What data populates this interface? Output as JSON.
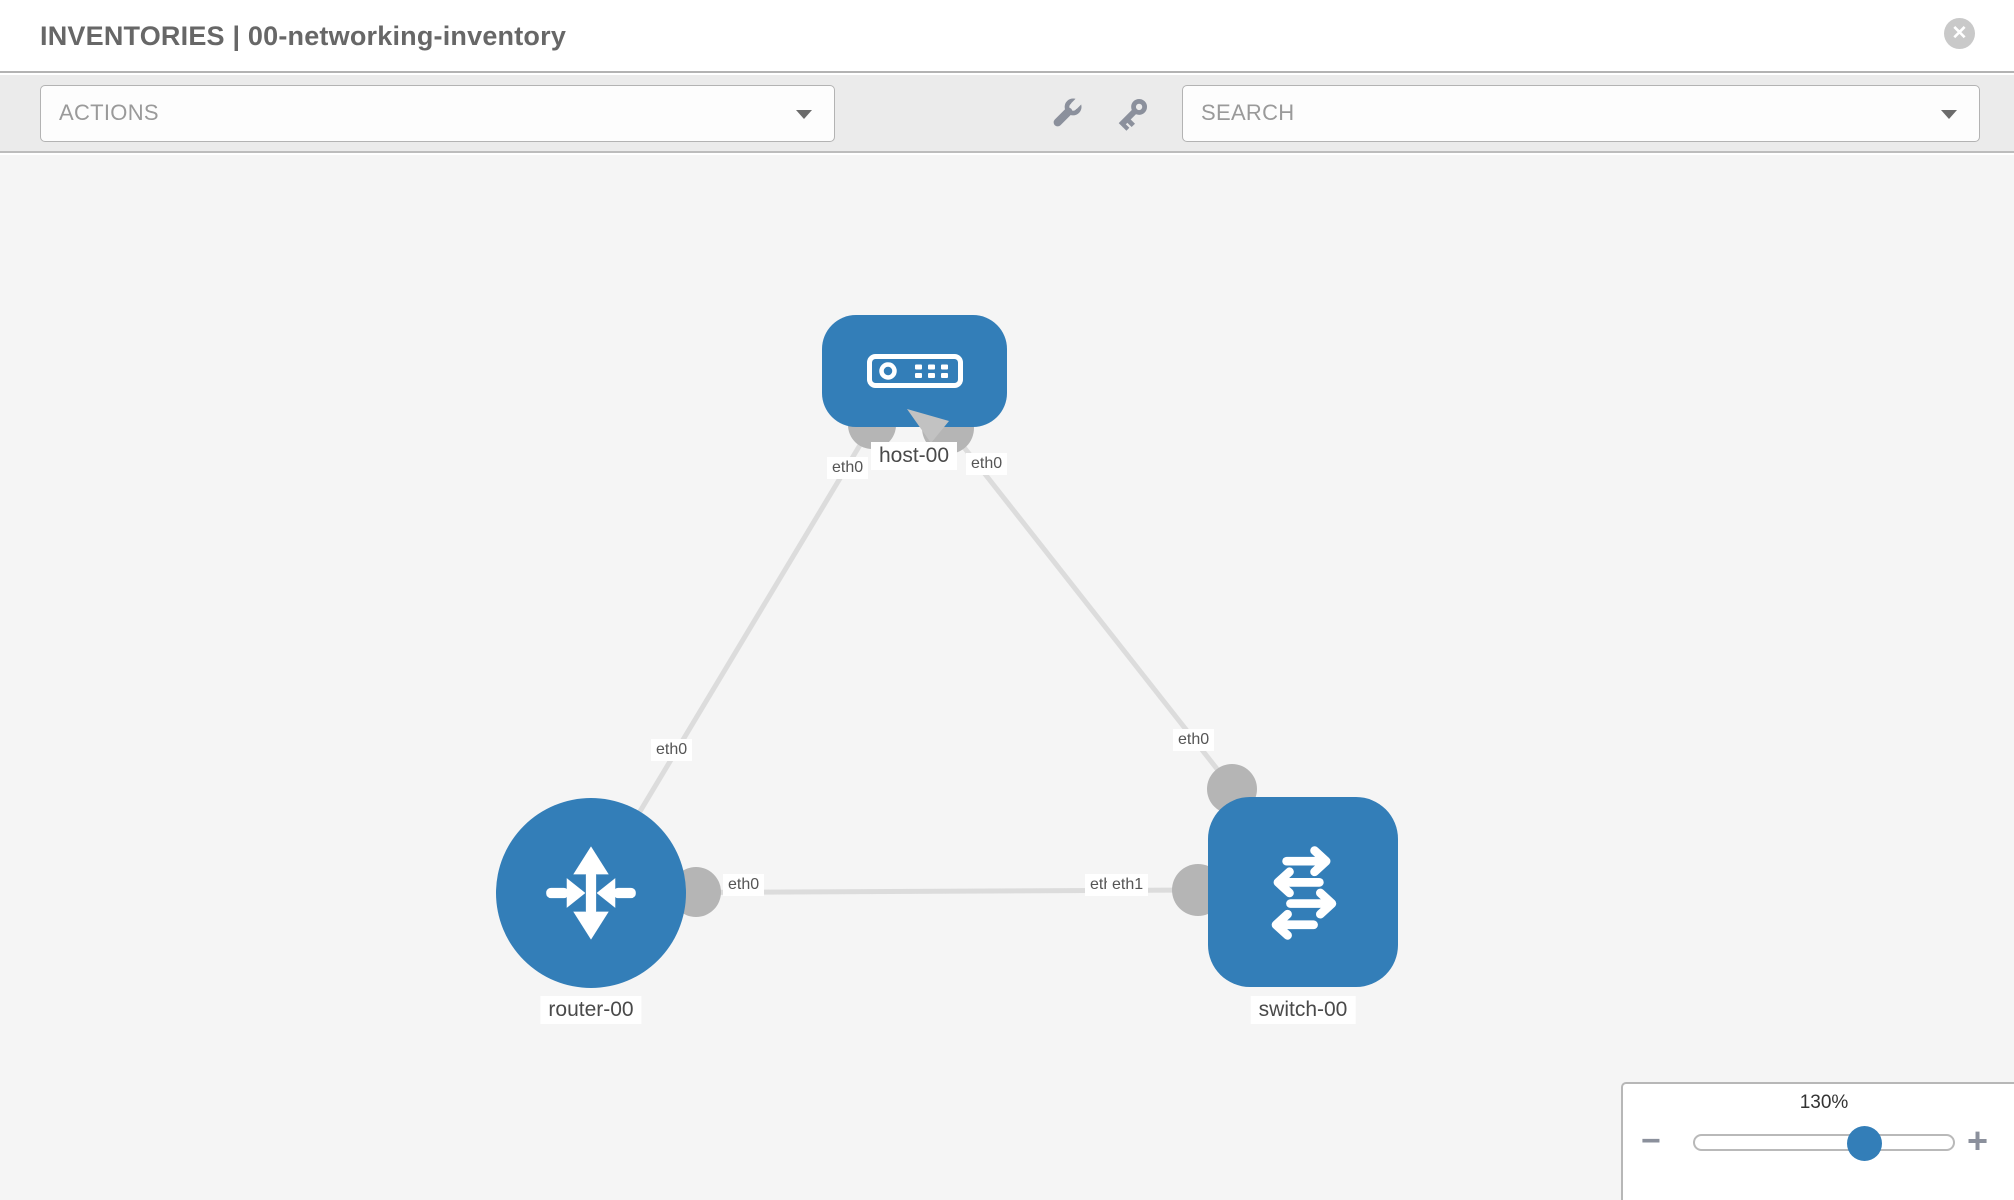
{
  "header": {
    "title": "INVENTORIES | 00-networking-inventory",
    "close": "✕"
  },
  "toolbar": {
    "actions_label": "ACTIONS",
    "search_label": "SEARCH",
    "icons": [
      "wrench-icon",
      "key-icon"
    ]
  },
  "topology": {
    "nodes": [
      {
        "id": "host-00",
        "label": "host-00",
        "type": "host"
      },
      {
        "id": "router-00",
        "label": "router-00",
        "type": "router"
      },
      {
        "id": "switch-00",
        "label": "switch-00",
        "type": "switch"
      }
    ],
    "links": [
      {
        "source": "router-00",
        "target": "host-00",
        "source_interface": "eth0",
        "target_interface": "eth0"
      },
      {
        "source": "host-00",
        "target": "switch-00",
        "source_interface": "eth0",
        "target_interface": "eth0"
      },
      {
        "source": "router-00",
        "target": "switch-00",
        "source_interface": "eth0",
        "target_interface": "eth1"
      }
    ],
    "interface_labels": [
      "eth0",
      "eth0",
      "eth0",
      "eth0",
      "eth0",
      "eth0",
      "eth1"
    ]
  },
  "zoom_control": {
    "level": "130%",
    "decrease": "−",
    "increase": "+"
  },
  "colors": {
    "node_blue": "#337eb8",
    "port_gray": "#b5b5b5",
    "link_gray": "#dcdcdc",
    "toolbar_bg": "#ebebeb",
    "canvas_bg": "#f5f5f5",
    "title_text": "#676767"
  }
}
